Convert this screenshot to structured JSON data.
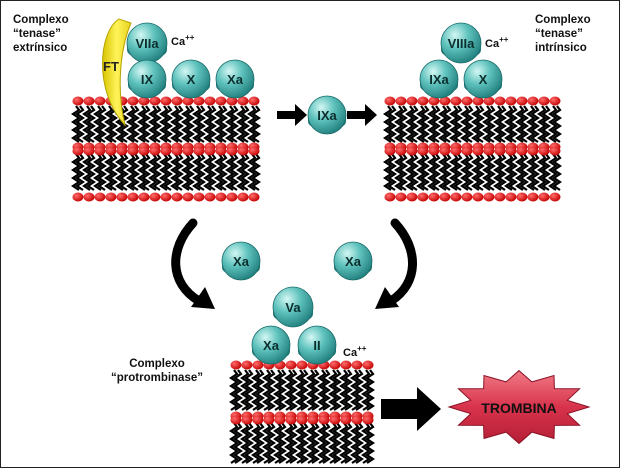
{
  "labels": {
    "extrinsic": "Complexo\n“tenase”\nextrínsico",
    "intrinsic": "Complexo\n“tenase”\nintrínsico",
    "prothrombinase": "Complexo\n“protrombinase”"
  },
  "factors": {
    "ft": "FT",
    "viia": "VIIa",
    "ix": "IX",
    "x_ext": "X",
    "xa_ext": "Xa",
    "ixa_mid": "IXa",
    "viiia": "VIIIa",
    "ixa_int": "IXa",
    "x_int": "X",
    "xa_left": "Xa",
    "xa_right": "Xa",
    "va": "Va",
    "xa_pro": "Xa",
    "ii": "II"
  },
  "calcium": {
    "text": "Ca",
    "charge": "++"
  },
  "product": "TROMBINA",
  "colors": {
    "protein": "#2e9c9a",
    "protein_light": "#b9ece8",
    "tissue_factor": "#f2e018",
    "lipid_head": "#e01818",
    "product_fill": "#d8334c"
  }
}
